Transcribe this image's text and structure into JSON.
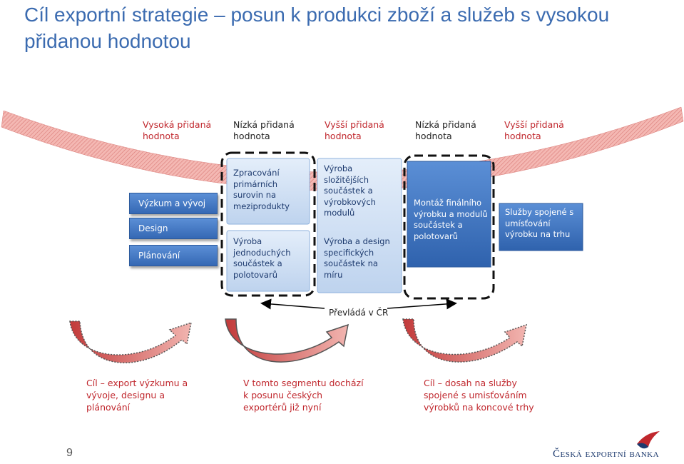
{
  "title": "Cíl exportní strategie – posun k produkci zboží a služeb s vysokou přidanou hodnotou",
  "value_labels": [
    "Vysoká přidaná hodnota",
    "Nízká přidaná hodnota",
    "Vyšší přidaná hodnota",
    "Nízká přidaná hodnota",
    "Vyšší přidaná hodnota"
  ],
  "left_boxes": [
    "Výzkum a vývoj",
    "Design",
    "Plánování"
  ],
  "col2": {
    "top": "Zpracování primárních surovin na meziprodukty",
    "bottom": "Výroba jednoduchých součástek a polotovarů"
  },
  "col3": {
    "top": "Výroba složitějších součástek a výrobkových modulů",
    "bottom": "Výroba a design specifických součástek na míru"
  },
  "col4": "Montáž finálního výrobku a modulů součástek a polotovarů",
  "col5": "Služby spojené s umísťování výrobku na trhu",
  "prevlada": "Převládá v ČR",
  "bottom_texts": [
    "Cíl – export výzkumu a vývoje, designu a plánování",
    "V tomto segmentu dochází k posunu českých exportérů již nyní",
    "Cíl – dosah na služby spojené s umisťováním výrobků na koncové trhy"
  ],
  "page_number": "9",
  "logo_text": "Česká exportní banka",
  "colors": {
    "title": "#3b6bb0",
    "red": "#c0272d",
    "blue": "#3568b4",
    "light_blue": "#c9ddf3"
  }
}
